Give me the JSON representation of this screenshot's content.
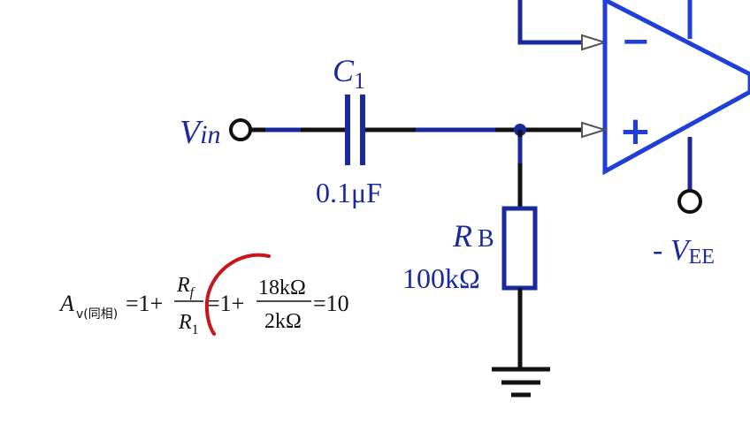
{
  "circuit": {
    "input_label": {
      "main": "V",
      "sub": "in"
    },
    "capacitor": {
      "name_main": "C",
      "name_sub": "1",
      "value": "0.1μF"
    },
    "resistor": {
      "name_main": "R",
      "name_sub": "B",
      "value": "100kΩ"
    },
    "opamp": {
      "minus_sign": "−",
      "plus_sign": "+"
    },
    "supply": {
      "prefix": "- ",
      "main": "V",
      "sub": "EE"
    }
  },
  "equation": {
    "lhs_main": "A",
    "lhs_sub": "v(同相)",
    "eq1": "=1+",
    "frac1_num_main": "R",
    "frac1_num_sub": "f",
    "frac1_den_main": "R",
    "frac1_den_sub": "1",
    "eq2": "=1+",
    "frac2_num": "18kΩ",
    "frac2_den": "2kΩ",
    "result": "=10"
  },
  "colors": {
    "circuit_blue": "#1a2a9e",
    "opamp_blue": "#1f3fd8",
    "wire_black": "#111111",
    "annotation_red": "#c8161b"
  }
}
